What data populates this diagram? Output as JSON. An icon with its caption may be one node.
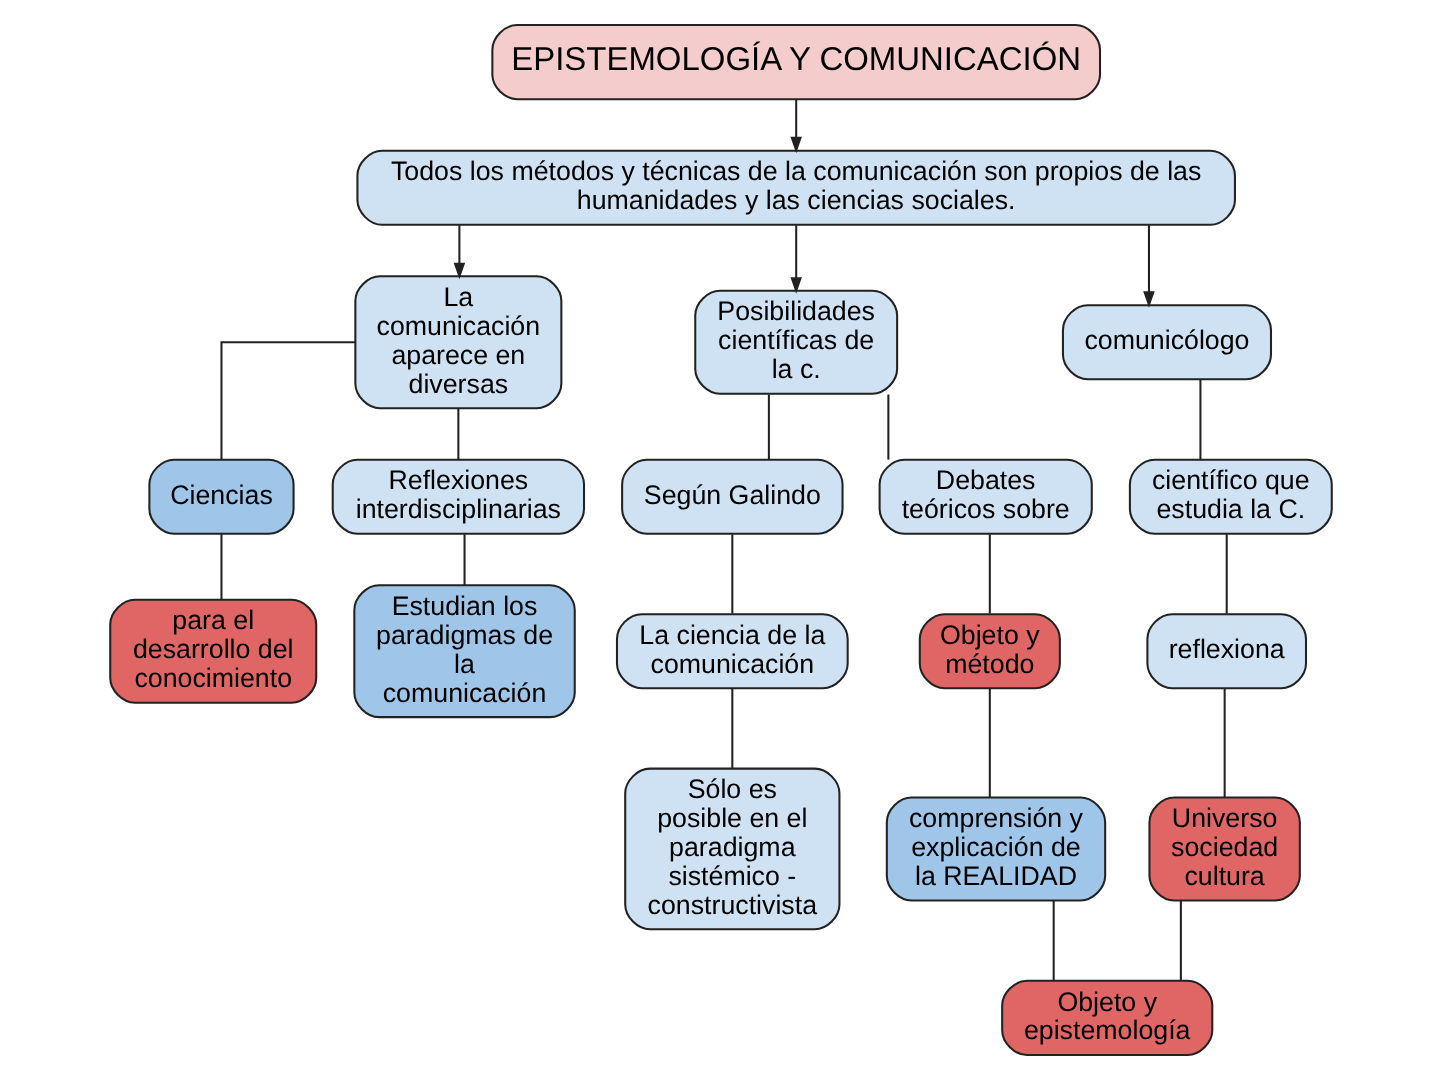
{
  "diagram": {
    "nodes": [
      {
        "text": [
          "EPISTEMOLOGÍA Y COMUNICACIÓN"
        ]
      },
      {
        "text": [
          "Todos los métodos y técnicas de la comunicación son propios de las humanidades y las ciencias sociales."
        ]
      },
      {
        "text": [
          "La comunicación aparece en diversas"
        ]
      },
      {
        "text": [
          "Posibilidades científicas de la c."
        ]
      },
      {
        "text": [
          "comunicólogo"
        ]
      },
      {
        "text": [
          "Ciencias"
        ]
      },
      {
        "text": [
          "Según Galindo"
        ]
      },
      {
        "text": [
          "Debates teóricos sobre"
        ]
      },
      {
        "text": [
          "científico que estudia la C."
        ]
      },
      {
        "text": [
          "Objeto y método"
        ]
      },
      {
        "text": [
          "para el desarrollo del conocimiento"
        ]
      },
      {
        "text": [
          "Reflexiones interdisciplinarias"
        ]
      },
      {
        "text": [
          "La ciencia de la comunicación"
        ]
      },
      {
        "text": [
          "reflexiona"
        ]
      },
      {
        "text": [
          "Sólo es posible en el paradigma sistémico - constructivista"
        ]
      },
      {
        "text": [
          "comprensión y explicación de la REALIDAD"
        ]
      },
      {
        "text": [
          "Universo sociedad cultura"
        ]
      },
      {
        "text": [
          "Estudian los paradigmas de la comunicación"
        ]
      },
      {
        "text": [
          "Objeto y epistemología"
        ]
      }
    ],
    "edges": [
      {
        "from": 0,
        "to": 1,
        "arrow": "to"
      },
      {
        "from": 1,
        "to": 2,
        "arrow": "to"
      },
      {
        "from": 1,
        "to": 3,
        "arrow": "to"
      },
      {
        "from": 1,
        "to": 4,
        "arrow": "to"
      },
      {
        "from": 2,
        "to": 5,
        "arrow": "none"
      },
      {
        "from": 5,
        "to": 10,
        "arrow": "none"
      },
      {
        "from": 2,
        "to": 11,
        "arrow": "none"
      },
      {
        "from": 11,
        "to": 17,
        "arrow": "none"
      },
      {
        "from": 3,
        "to": 6,
        "arrow": "none"
      },
      {
        "from": 3,
        "to": 7,
        "arrow": "none"
      },
      {
        "from": 6,
        "to": 12,
        "arrow": "none"
      },
      {
        "from": 12,
        "to": 14,
        "arrow": "none"
      },
      {
        "from": 7,
        "to": 9,
        "arrow": "none"
      },
      {
        "from": 9,
        "to": 15,
        "arrow": "none"
      },
      {
        "from": 15,
        "to": 18,
        "arrow": "none"
      },
      {
        "from": 4,
        "to": 8,
        "arrow": "none"
      },
      {
        "from": 8,
        "to": 13,
        "arrow": "none"
      },
      {
        "from": 13,
        "to": 16,
        "arrow": "none"
      },
      {
        "from": 16,
        "to": 18,
        "arrow": "none"
      }
    ]
  }
}
